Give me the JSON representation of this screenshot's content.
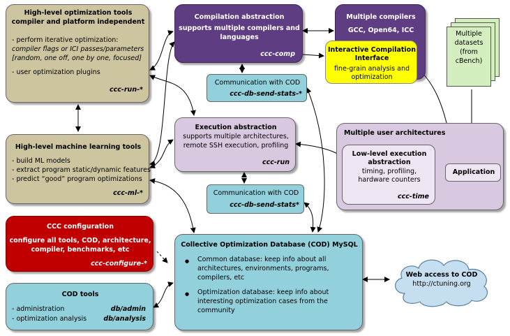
{
  "hl_opt": {
    "title1": "High-level optimization tools",
    "title2": "compiler and platform independent",
    "b1": "- perform iterative optimization:",
    "b1a": "compiler flags or ICI passes/parameters",
    "b1b": "[random, one off, one by one, focused]",
    "b2": "- user optimization plugins",
    "tag": "ccc-run-*"
  },
  "hl_ml": {
    "title": "High-level machine learning tools",
    "b1": "- build ML models",
    "b2": "- extract program static/dynamic features",
    "b3": "- predict “good” program optimizations",
    "tag": "ccc-ml-*"
  },
  "ccc_conf": {
    "title": "CCC configuration",
    "l1": "configure all tools, COD, architecture,",
    "l2": "compiler, benchmarks, etc",
    "tag": "ccc-configure-*"
  },
  "cod_tools": {
    "title": "COD tools",
    "r1_left": "- administration",
    "r1_right": "db/admin",
    "r2_left": "- optimization analysis",
    "r2_right": "db/analysis"
  },
  "comp_abs": {
    "l1": "Compilation abstraction",
    "l2": "supports multiple compilers and",
    "l3": "languages",
    "tag": "ccc-comp"
  },
  "comm1": {
    "l1": "Communication with COD",
    "tag": "ccc-db-send-stats-*"
  },
  "exec_abs": {
    "l1": "Execution abstraction",
    "l2": "supports multiple architectures,",
    "l3": "remote SSH execution, profiling",
    "tag": "ccc-run"
  },
  "comm2": {
    "l1": "Communication with COD",
    "tag": "ccc-db-send-stats*"
  },
  "multi_comp": {
    "l1": "Multiple compilers",
    "l2": "GCC, Open64, ICC"
  },
  "ici": {
    "l1": "Interactive Compilation",
    "l2": "Interface",
    "l3": "fine-grain analysis and",
    "l4": "optimization"
  },
  "datasets": {
    "l1": "Multiple",
    "l2": "datasets",
    "l3": "(from",
    "l4": "cBench)"
  },
  "user_arch": {
    "title": "Multiple user architectures"
  },
  "lowlevel": {
    "l1": "Low-level execution",
    "l2": "abstraction",
    "l3": "timing, profiling,",
    "l4": "hardware counters",
    "tag": "ccc-time"
  },
  "app": {
    "label": "Application"
  },
  "cod": {
    "title": "Collective Optimization Database (COD) MySQL",
    "p1a": "Common database: keep info about all",
    "p1b": "architectures, environments, programs,",
    "p1c": "compilers, etc",
    "p2a": "Optimization database:  keep info about",
    "p2b": "interesting optimization cases from the",
    "p2c": "community",
    "bullet": "●"
  },
  "web": {
    "l1": "Web access to COD",
    "l2": "http://ctuning.org"
  },
  "colors": {
    "tan": "#cdc5a0",
    "purple_dark": "#5e3d82",
    "purple_light": "#d8c8e0",
    "cyan": "#92d0dc",
    "red": "#c00000",
    "yellow": "#ffff00",
    "green": "#d4eec0"
  }
}
